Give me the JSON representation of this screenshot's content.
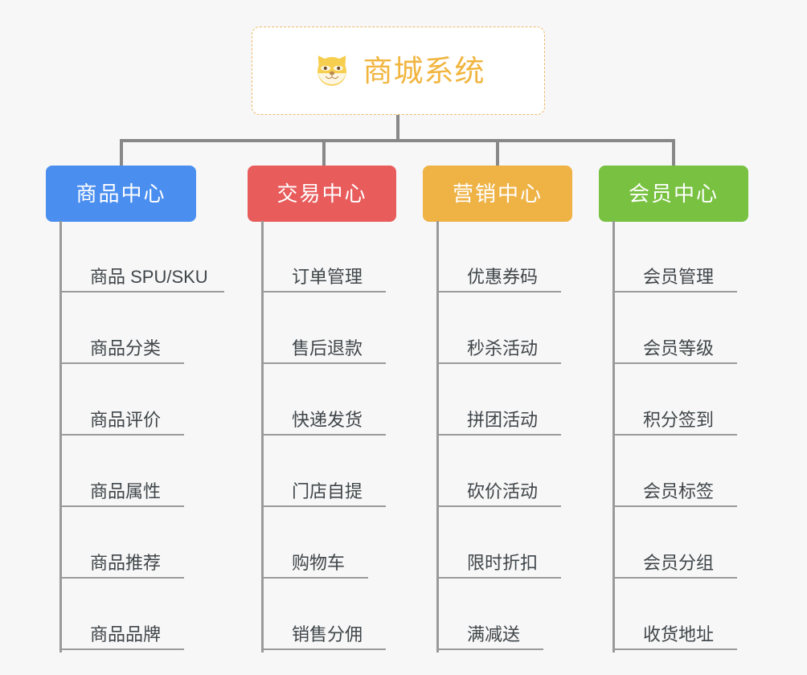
{
  "canvas": {
    "background": "#f7f7f7",
    "connector_color": "#888888",
    "leaf_rule_color": "#9a9a9a"
  },
  "root": {
    "title": "商城系统",
    "icon": "shiba-dog-icon",
    "text_color": "#f1b53f",
    "border_color": "#edb96a",
    "background": "#ffffff"
  },
  "branches": [
    {
      "label": "商品中心",
      "color": "#4a8ef0",
      "items": [
        "商品 SPU/SKU",
        "商品分类",
        "商品评价",
        "商品属性",
        "商品推荐",
        "商品品牌"
      ]
    },
    {
      "label": "交易中心",
      "color": "#e85c5c",
      "items": [
        "订单管理",
        "售后退款",
        "快递发货",
        "门店自提",
        "购物车",
        "销售分佣"
      ]
    },
    {
      "label": "营销中心",
      "color": "#eeb245",
      "items": [
        "优惠券码",
        "秒杀活动",
        "拼团活动",
        "砍价活动",
        "限时折扣",
        "满减送"
      ]
    },
    {
      "label": "会员中心",
      "color": "#78c141",
      "items": [
        "会员管理",
        "会员等级",
        "积分签到",
        "会员标签",
        "会员分组",
        "收货地址"
      ]
    }
  ]
}
